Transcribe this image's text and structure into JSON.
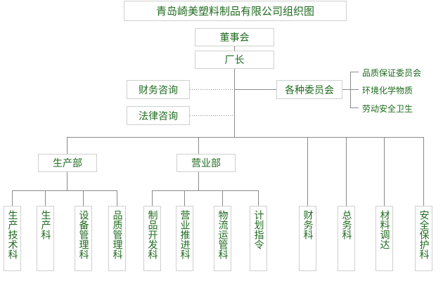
{
  "title": "青岛崎美塑料制品有限公司组织图",
  "top": {
    "board": "董事会",
    "director": "厂长"
  },
  "advisors": {
    "finance": "财务咨询",
    "legal": "法律咨询"
  },
  "committees": {
    "label": "各种委员会",
    "items": [
      "品质保证委员会",
      "环境化学物质",
      "劳动安全卫生"
    ]
  },
  "departments": {
    "production": "生产部",
    "sales": "营业部"
  },
  "sections": [
    "生产技术科",
    "生产科",
    "设备管理科",
    "品质管理科",
    "制品开发科",
    "营业推进科",
    "物流运管科",
    "计划指令",
    "财务科",
    "总务科",
    "材料调达",
    "安全保护科"
  ],
  "colors": {
    "text": "#1f6b1f",
    "border": "#cfcfcf",
    "line": "#8a8a8a"
  }
}
